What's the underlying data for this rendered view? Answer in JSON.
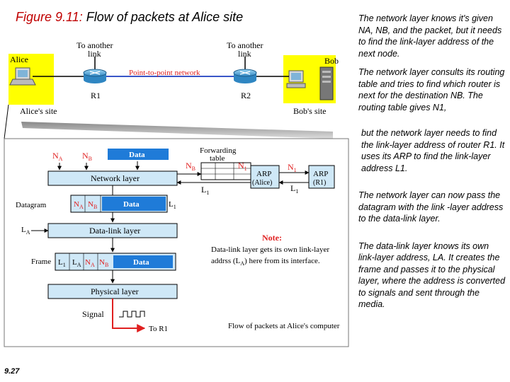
{
  "slide": {
    "figure_label": "Figure 9.11:",
    "figure_title": "Flow of packets at Alice site",
    "slide_number": "9.27"
  },
  "top_diagram": {
    "alice": "Alice",
    "bob": "Bob",
    "to_another_link": "To another",
    "link_word": "link",
    "network_label": "Point-to-point network",
    "r1": "R1",
    "r2": "R2",
    "alice_site": "Alice's site",
    "bob_site": "Bob's site"
  },
  "main_diagram": {
    "na_n": "N",
    "na_sub": "A",
    "nb_n": "N",
    "nb_sub": "B",
    "data": "Data",
    "forwarding_table": "Forwarding",
    "table_word": "table",
    "network_layer": "Network layer",
    "datagram": "Datagram",
    "arp": "ARP",
    "alice_paren": "(Alice)",
    "r1_paren": "(R1)",
    "l1_text": "L",
    "l1_sub": "1",
    "la_sub": "A",
    "datalink_layer": "Data-link layer",
    "note": "Note:",
    "note_line1": "Data-link layer gets its own link-layer",
    "note_line2_a": "addrss (L",
    "note_line2_b": ") here from its interface.",
    "frame": "Frame",
    "physical_layer": "Physical layer",
    "signal": "Signal",
    "to_r1": "To R1",
    "caption": "Flow of packets at Alice's computer"
  },
  "notes": [
    "The network layer knows it's given NA, NB, and the packet, but it needs to find the link-layer address of the next node.",
    "The network layer consults its routing table and tries to find which router is next for the destination NB. The routing table gives N1,",
    "but the network layer needs to find the link-layer address of router R1. It uses its ARP to find the link-layer address L1.",
    "The network layer can now pass the datagram with the link -layer address to the data-link layer.",
    "The data-link layer knows its own link-layer address, LA. It creates the frame and passes it to the physical layer, where the address is converted to signals and sent through the media."
  ],
  "colors": {
    "title_red": "#c00000",
    "yellow": "#ffff00",
    "data_blue": "#1f7bd8",
    "light_blue": "#cfe8f7",
    "red": "#e02020",
    "link_blue": "#3a56c8"
  }
}
